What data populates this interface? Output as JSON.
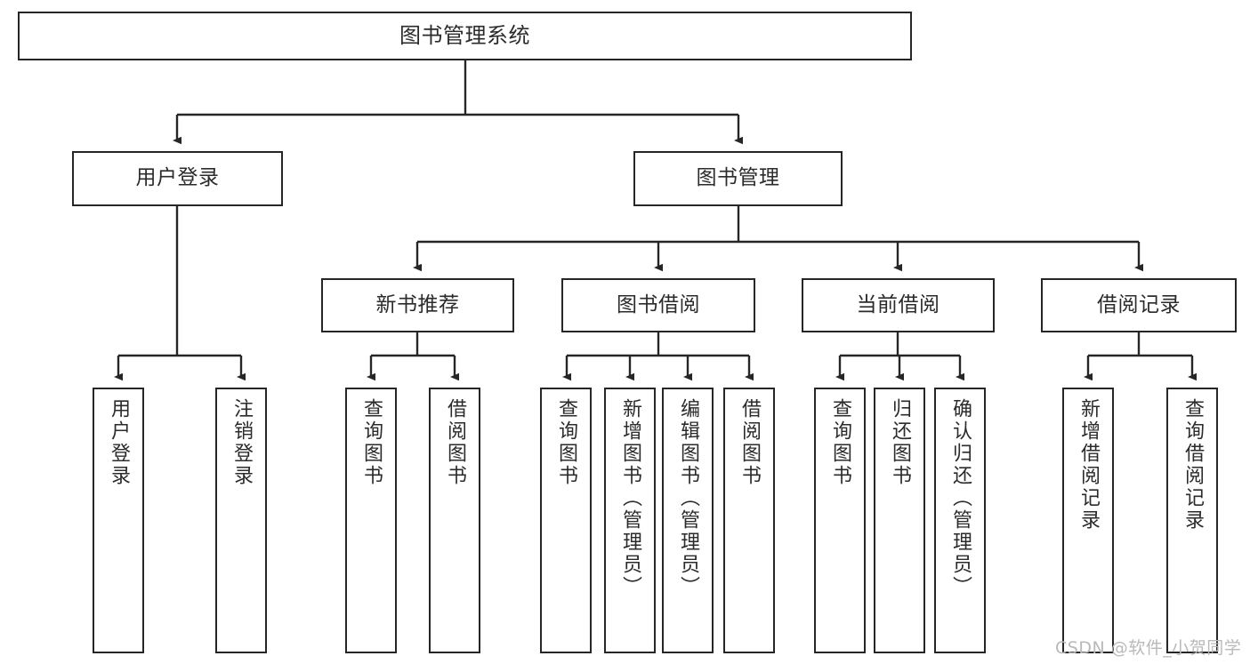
{
  "diagram": {
    "title": "图书管理系统",
    "type": "tree-hierarchy-diagram",
    "root": {
      "label": "图书管理系统"
    },
    "level2": [
      {
        "label": "用户登录"
      },
      {
        "label": "图书管理"
      }
    ],
    "level3": [
      {
        "label": "新书推荐"
      },
      {
        "label": "图书借阅"
      },
      {
        "label": "当前借阅"
      },
      {
        "label": "借阅记录"
      }
    ],
    "leaves": {
      "user_login": [
        {
          "label": "用户登录"
        },
        {
          "label": "注销登录"
        }
      ],
      "new_book_recommend": [
        {
          "label": "查询图书"
        },
        {
          "label": "借阅图书"
        }
      ],
      "book_borrow": [
        {
          "label": "查询图书"
        },
        {
          "label": "新增图书（管理员）"
        },
        {
          "label": "编辑图书（管理员）"
        },
        {
          "label": "借阅图书"
        }
      ],
      "current_borrow": [
        {
          "label": "查询图书"
        },
        {
          "label": "归还图书"
        },
        {
          "label": "确认归还（管理员）"
        }
      ],
      "borrow_record": [
        {
          "label": "新增借阅记录"
        },
        {
          "label": "查询借阅记录"
        }
      ]
    }
  },
  "watermark": {
    "text": "CSDN @软件_小贺同学"
  },
  "colors": {
    "border": "#262626",
    "text": "#2b2b2b",
    "background": "#ffffff",
    "watermark": "#b9b9b9"
  }
}
